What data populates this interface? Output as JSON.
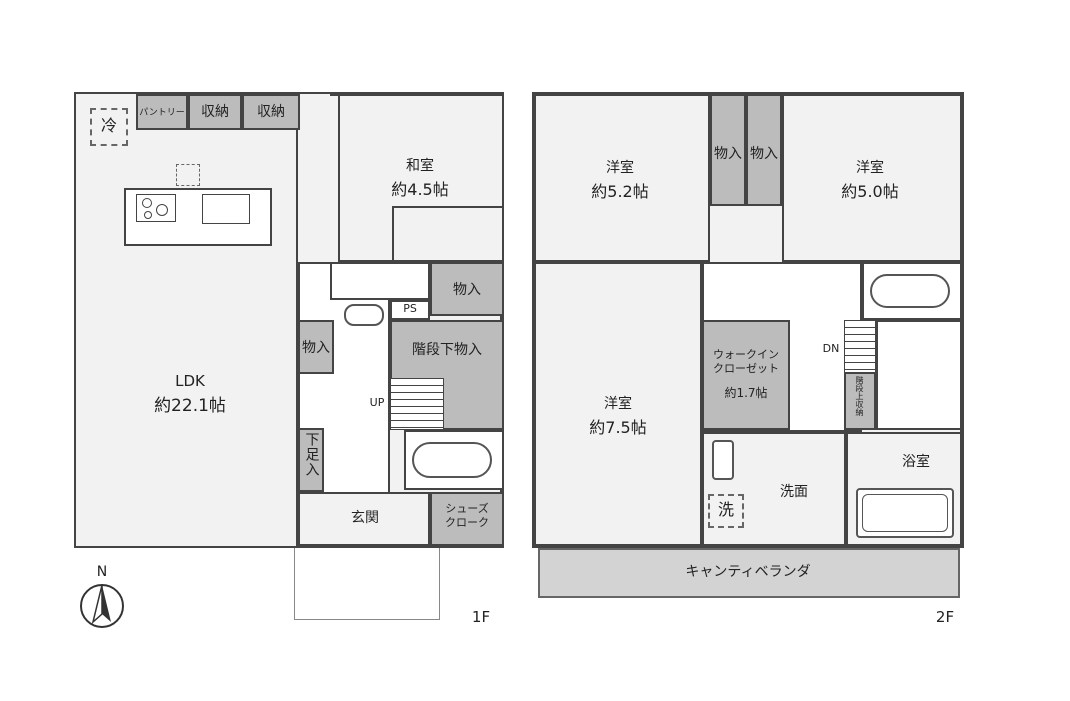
{
  "floor1": {
    "label": "1F",
    "rooms": {
      "ldk": {
        "name": "LDK",
        "size": "約22.1帖"
      },
      "washitsu": {
        "name": "和室",
        "size": "約4.5帖"
      },
      "pantry": "パントリー",
      "storage1": "収納",
      "storage2": "収納",
      "closet_a": "物入",
      "closet_b": "物入",
      "understairs": "階段下物入",
      "ps": "PS",
      "up": "UP",
      "getabako": "下足入",
      "genkan": "玄関",
      "shoes": "シューズ\nクローク",
      "fridge": "冷"
    }
  },
  "floor2": {
    "label": "2F",
    "rooms": {
      "western1": {
        "name": "洋室",
        "size": "約5.2帖"
      },
      "western2": {
        "name": "洋室",
        "size": "約5.0帖"
      },
      "western3": {
        "name": "洋室",
        "size": "約7.5帖"
      },
      "closet1": "物入",
      "closet2": "物入",
      "wic": {
        "name": "ウォークイン\nクローゼット",
        "size": "約1.7帖"
      },
      "dn": "DN",
      "upper_storage": "階段上収納",
      "bath": "浴室",
      "washroom": "洗面",
      "washer": "洗",
      "veranda": "キャンティベランダ"
    }
  },
  "compass": "N"
}
